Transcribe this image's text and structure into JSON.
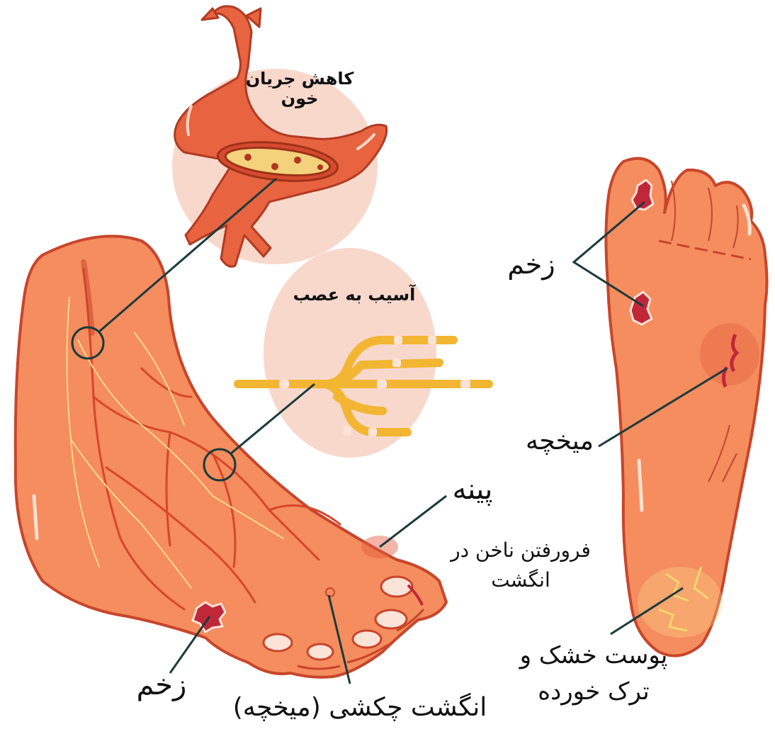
{
  "labels": {
    "blood_flow": "کاهش جریان\nخون",
    "nerve_damage": "آسیب به عصب",
    "wound_top": "زخم",
    "corn": "میخچه",
    "callus": "پینه",
    "ingrown_nail": "فرورفتن ناخن در\nانگشت",
    "dry_skin": "پوست خشک و\nترک خورده",
    "wound_bottom": "زخم",
    "hammer_toe": "انگشت چکشی (میخچه)"
  },
  "colors": {
    "skin": "#f58d5e",
    "skin_light": "#f7a27a",
    "skin_outline": "#c8452b",
    "vessel": "#e35a3d",
    "inset_bg": "#f9d8cc",
    "nerve": "#f2b632",
    "nerve_outline": "#c78913",
    "wound": "#c0283a",
    "callout_line": "#1b3a3c",
    "nail": "#fbe3d8"
  }
}
